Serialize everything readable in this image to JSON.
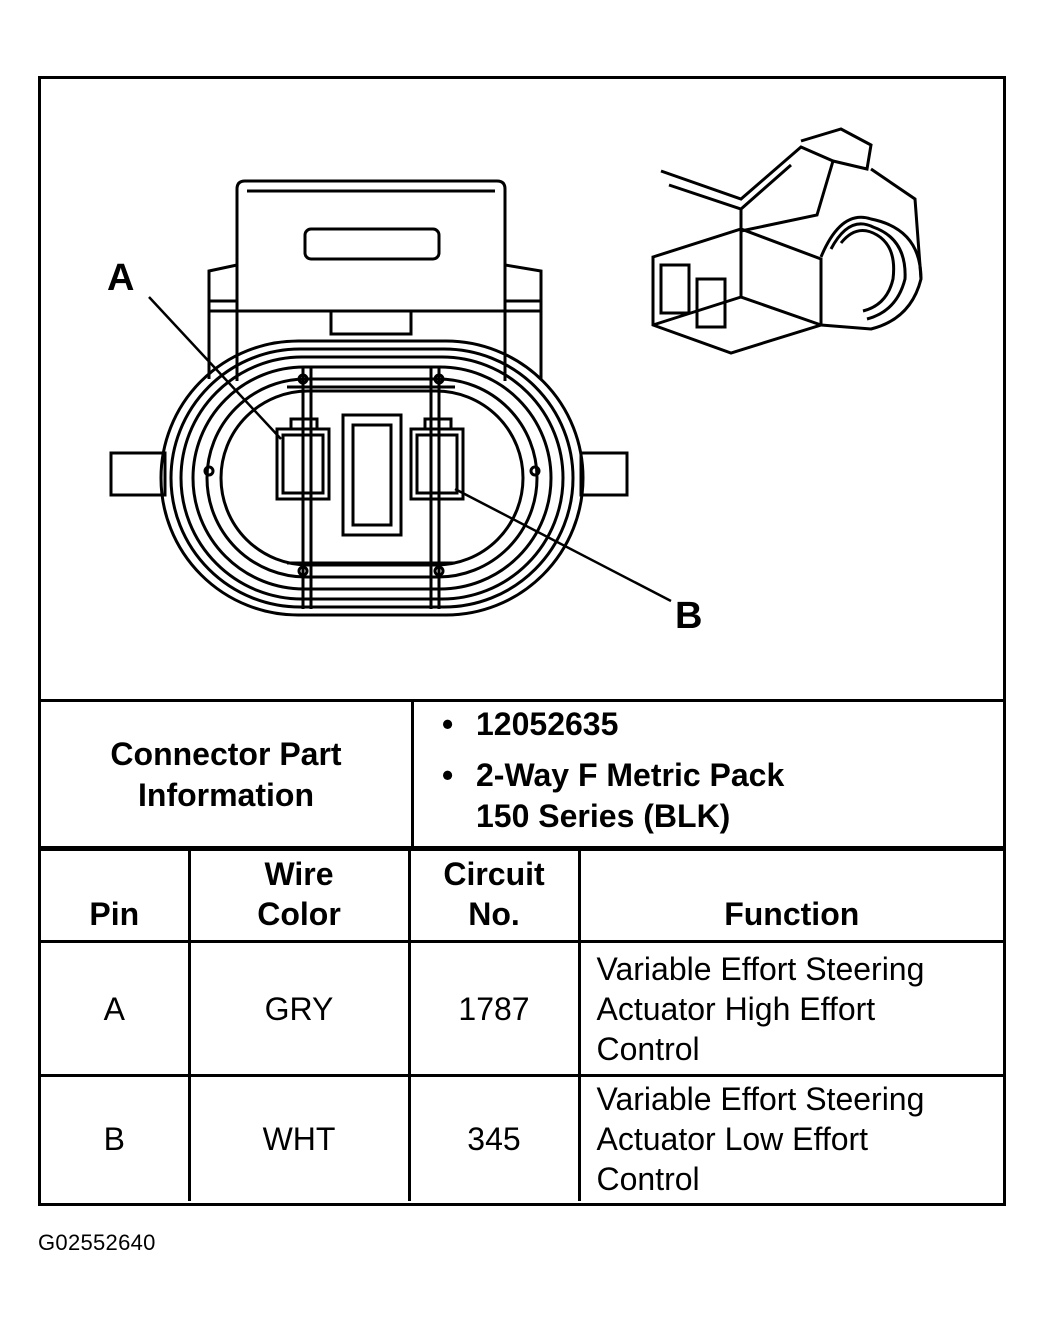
{
  "diagram": {
    "callouts": {
      "a": "A",
      "b": "B"
    }
  },
  "connector_info": {
    "label": "Connector Part Information",
    "items": [
      "12052635",
      "2-Way F Metric Pack 150 Series (BLK)"
    ],
    "item2_line1": "2-Way F Metric Pack",
    "item2_line2": "150 Series (BLK)"
  },
  "pin_table": {
    "headers": {
      "pin": "Pin",
      "wire_color_1": "Wire",
      "wire_color_2": "Color",
      "circuit_1": "Circuit",
      "circuit_2": "No.",
      "function": "Function"
    },
    "rows": [
      {
        "pin": "A",
        "wire_color": "GRY",
        "circuit": "1787",
        "function_lines": [
          "Variable Effort Steering",
          "Actuator High Effort",
          "Control"
        ]
      },
      {
        "pin": "B",
        "wire_color": "WHT",
        "circuit": "345",
        "function_lines": [
          "Variable Effort Steering",
          "Actuator Low Effort",
          "Control"
        ]
      }
    ]
  },
  "figure_id": "G02552640",
  "bullet": "•"
}
